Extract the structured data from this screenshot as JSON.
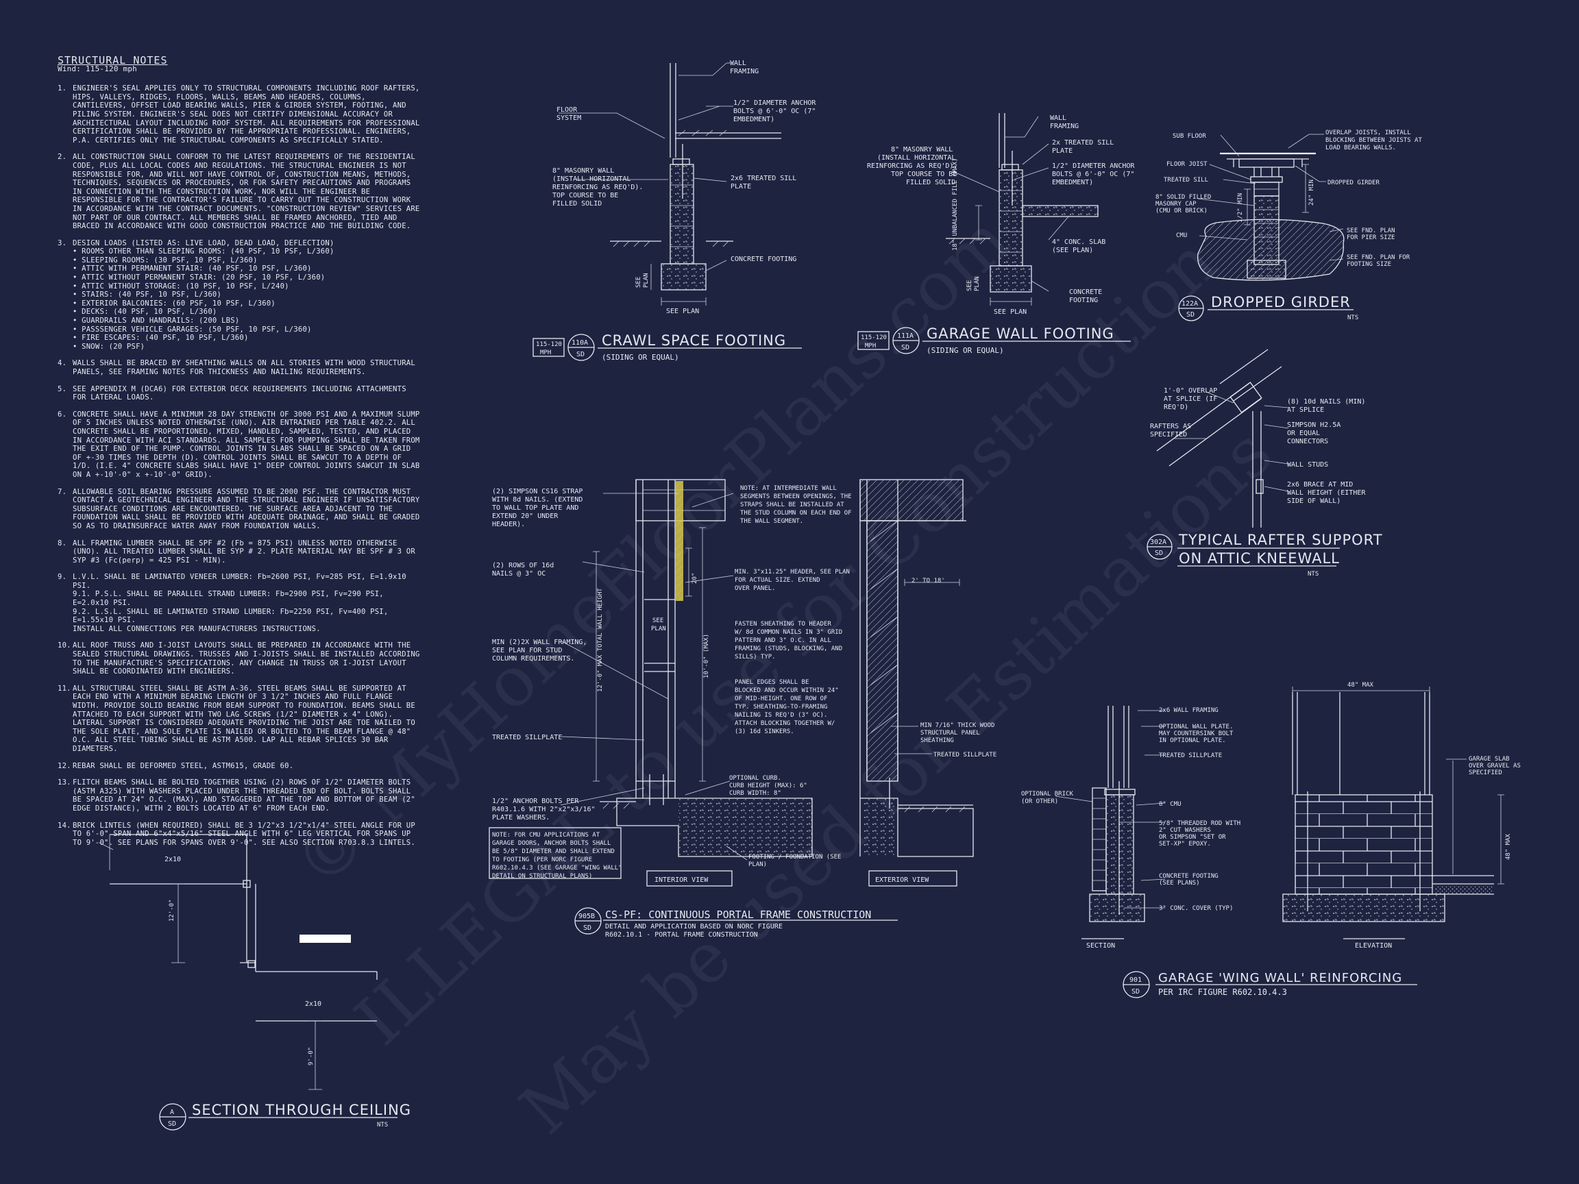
{
  "watermark": {
    "line1": "© MyHomeFloorPlans.com",
    "line2": "ILLEGAL to use for Construction",
    "line3": "May be used for Estimations"
  },
  "notes": {
    "title": "STRUCTURAL NOTES",
    "wind": "Wind: 115-120 mph",
    "items": [
      {
        "n": "1.",
        "t": "ENGINEER'S SEAL APPLIES ONLY TO STRUCTURAL COMPONENTS INCLUDING ROOF RAFTERS, HIPS, VALLEYS, RIDGES, FLOORS, WALLS, BEAMS AND HEADERS, COLUMNS, CANTILEVERS, OFFSET LOAD BEARING WALLS, PIER & GIRDER SYSTEM, FOOTING, AND PILING SYSTEM.  ENGINEER'S SEAL DOES NOT CERTIFY DIMENSIONAL ACCURACY OR ARCHITECTURAL LAYOUT INCLUDING ROOF SYSTEM. ALL REQUIREMENTS FOR PROFESSIONAL CERTIFICATION SHALL BE PROVIDED BY THE APPROPRIATE PROFESSIONAL.  ENGINEERS, P.A. CERTIFIES ONLY THE STRUCTURAL COMPONENTS AS SPECIFICALLY STATED."
      },
      {
        "n": "2.",
        "t": "ALL CONSTRUCTION SHALL CONFORM TO THE LATEST REQUIREMENTS OF THE  RESIDENTIAL CODE, PLUS ALL LOCAL CODES AND REGULATIONS. THE STRUCTURAL ENGINEER IS NOT RESPONSIBLE FOR, AND WILL NOT HAVE CONTROL OF, CONSTRUCTION MEANS, METHODS, TECHNIQUES, SEQUENCES OR PROCEDURES, OR FOR SAFETY PRECAUTIONS AND PROGRAMS IN CONNECTION WITH THE CONSTRUCTION WORK, NOR WILL THE ENGINEER BE RESPONSIBLE FOR THE CONTRACTOR'S FAILURE TO CARRY OUT THE CONSTRUCTION WORK IN ACCORDANCE WITH THE CONTRACT DOCUMENTS. \"CONSTRUCTION REVIEW\" SERVICES ARE NOT PART OF OUR CONTRACT. ALL MEMBERS SHALL BE FRAMED ANCHORED, TIED AND BRACED IN ACCORDANCE WITH GOOD CONSTRUCTION PRACTICE AND THE BUILDING CODE."
      },
      {
        "n": "3.",
        "t": "DESIGN LOADS (LISTED AS: LIVE LOAD, DEAD LOAD, DEFLECTION)",
        "bullets": [
          "ROOMS OTHER THAN SLEEPING ROOMS: (40 PSF, 10 PSF, L/360)",
          "SLEEPING ROOMS: (30 PSF, 10 PSF, L/360)",
          "ATTIC WITH PERMANENT STAIR: (40 PSF, 10 PSF, L/360)",
          "ATTIC WITHOUT PERMANENT STAIR: (20 PSF, 10 PSF, L/360)",
          "ATTIC WITHOUT STORAGE: (10 PSF, 10 PSF, L/240)",
          "STAIRS: (40 PSF, 10 PSF, L/360)",
          "EXTERIOR BALCONIES: (60 PSF, 10 PSF, L/360)",
          "DECKS: (40 PSF, 10 PSF, L/360)",
          "GUARDRAILS AND HANDRAILS: (200 LBS)",
          "PASSSENGER VEHICLE GARAGES: (50 PSF, 10 PSF, L/360)",
          "FIRE ESCAPES: (40 PSF, 10 PSF, L/360)",
          "SNOW: (20 PSF)"
        ]
      },
      {
        "n": "4.",
        "t": "WALLS SHALL BE BRACED BY SHEATHING WALLS ON ALL STORIES WITH WOOD STRUCTURAL PANELS, SEE FRAMING NOTES FOR THICKNESS AND NAILING REQUIREMENTS."
      },
      {
        "n": "5.",
        "t": "SEE APPENDIX M (DCA6) FOR EXTERIOR DECK REQUIREMENTS INCLUDING ATTACHMENTS FOR LATERAL LOADS."
      },
      {
        "n": "6.",
        "t": "CONCRETE SHALL HAVE A MINIMUM 28 DAY STRENGTH OF 3000 PSI AND A MAXIMUM SLUMP OF 5 INCHES UNLESS NOTED OTHERWISE (UNO). AIR ENTRAINED PER TABLE 402.2. ALL CONCRETE SHALL BE PROPORTIONED, MIXED, HANDLED, SAMPLED, TESTED, AND PLACED IN ACCORDANCE WITH ACI STANDARDS. ALL SAMPLES FOR PUMPING SHALL BE TAKEN FROM THE EXIT END OF THE PUMP. CONTROL JOINTS IN SLABS SHALL BE SPACED ON A GRID OF +-30 TIMES THE DEPTH (D). CONTROL  JOINTS SHALL BE SAWCUT TO A DEPTH OF 1/D. (I.E. 4\" CONCRETE SLABS SHALL HAVE 1\" DEEP CONTROL JOINTS SAWCUT IN SLAB ON A +-10'-0\" x +-10'-0\" GRID)."
      },
      {
        "n": "7.",
        "t": "ALLOWABLE SOIL BEARING PRESSURE ASSUMED TO BE 2000 PSF. THE CONTRACTOR MUST CONTACT A GEOTECHNICAL ENGINEER AND THE STRUCTURAL ENGINEER IF UNSATISFACTORY SUBSURFACE CONDITIONS ARE ENCOUNTERED. THE SURFACE AREA ADJACENT TO THE FOUNDATION WALL SHALL BE PROVIDED WITH ADEQUATE DRAINAGE, AND SHALL BE GRADED SO AS TO DRAINSURFACE WATER AWAY FROM FOUNDATION WALLS."
      },
      {
        "n": "8.",
        "t": "ALL FRAMING LUMBER SHALL BE SPF #2 (Fb = 875 PSI) UNLESS NOTED OTHERWISE (UNO). ALL TREATED LUMBER SHALL BE SYP # 2. PLATE MATERIAL MAY BE SPF # 3 OR SYP #3 (Fc(perp) = 425 PSI - MIN)."
      },
      {
        "n": "9.",
        "t": "L.V.L.  SHALL BE LAMINATED VENEER LUMBER: Fb=2600 PSI, Fv=285 PSI, E=1.9x10  PSI.\n9.1.    P.S.L.  SHALL BE PARALLEL STRAND LUMBER: Fb=2900 PSI, Fv=290 PSI, E=2.0x10  PSI.\n9.2.    L.S.L.  SHALL BE LAMINATED STRAND LUMBER: Fb=2250 PSI, Fv=400 PSI, E=1.55x10  PSI.\n        INSTALL ALL CONNECTIONS PER MANUFACTURERS INSTRUCTIONS."
      },
      {
        "n": "10.",
        "t": "ALL ROOF TRUSS AND I-JOIST LAYOUTS SHALL BE PREPARED IN ACCORDANCE WITH THE SEALED STRUCTURAL DRAWINGS. TRUSSES AND I-JOISTS SHALL BE INSTALLED ACCORDING TO THE MANUFACTURE'S SPECIFICATIONS. ANY CHANGE IN TRUSS OR I-JOIST LAYOUT SHALL BE COORDINATED WITH  ENGINEERS."
      },
      {
        "n": "11.",
        "t": "ALL STRUCTURAL STEEL SHALL BE ASTM A-36. STEEL BEAMS SHALL BE SUPPORTED AT EACH END WITH A MINIMUM BEARING LENGTH OF 3 1/2\" INCHES AND FULL FLANGE WIDTH. PROVIDE SOLID BEARING FROM BEAM SUPPORT TO FOUNDATION.  BEAMS SHALL BE ATTACHED TO EACH SUPPORT WITH TWO LAG SCREWS (1/2\" DIAMETER x 4\" LONG). LATERAL SUPPORT IS CONSIDERED ADEQUATE PROVIDING THE JOIST ARE TOE NAILED TO THE SOLE PLATE, AND SOLE PLATE IS NAILED OR BOLTED TO THE BEAM FLANGE @ 48\" O.C. ALL STEEL TUBING SHALL BE ASTM A500. LAP ALL REBAR SPLICES 30 BAR DIAMETERS."
      },
      {
        "n": "12.",
        "t": "REBAR SHALL BE DEFORMED STEEL, ASTM615, GRADE 60."
      },
      {
        "n": "13.",
        "t": "FLITCH BEAMS SHALL BE BOLTED TOGETHER USING (2) ROWS OF 1/2\" DIAMETER BOLTS (ASTM A325) WITH WASHERS PLACED UNDER THE THREADED END OF BOLT. BOLTS SHALL BE SPACED AT 24\" O.C. (MAX), AND STAGGERED AT THE TOP AND BOTTOM OF BEAM (2\" EDGE DISTANCE), WITH 2 BOLTS LOCATED AT 6\" FROM EACH END."
      },
      {
        "n": "14.",
        "t": "BRICK LINTELS (WHEN REQUIRED) SHALL BE 3 1/2\"x3 1/2\"x1/4\" STEEL ANGLE FOR UP TO 6'-0\" SPAN AND 6\"x4\"x5/16\" STEEL ANGLE WITH 6\" LEG VERTICAL FOR SPANS UP TO 9'-0\". SEE PLANS FOR SPANS OVER 9'-0\". SEE ALSO SECTION R703.8.3 LINTELS."
      }
    ]
  },
  "crawl": {
    "title": "CRAWL SPACE FOOTING",
    "subtitle": "(SIDING OR EQUAL)",
    "detail": "110A",
    "sheet": "SD",
    "mph1": "115-120",
    "mph2": "MPH",
    "labels": {
      "wall": "WALL",
      "framing": "FRAMING",
      "floor": "FLOOR",
      "system": "SYSTEM",
      "anchor1": "1/2\" DIAMETER ANCHOR",
      "anchor2": "BOLTS @ 6'-0\" OC (7\"",
      "anchor3": "EMBEDMENT)",
      "mas1": "8\" MASONRY WALL",
      "mas2": "(INSTALL HORIZONTAL",
      "mas3": "REINFORCING AS REQ'D).",
      "mas4": "TOP COURSE TO BE",
      "mas5": "FILLED SOLID",
      "sill1": "2x6 TREATED SILL",
      "sill2": "PLATE",
      "footing": "CONCRETE FOOTING",
      "seeplan": "SEE PLAN",
      "see": "SEE",
      "plan": "PLAN"
    }
  },
  "garage": {
    "title": "GARAGE WALL FOOTING",
    "subtitle": "(SIDING OR EQUAL)",
    "detail": "111A",
    "sheet": "SD",
    "mph1": "115-120",
    "mph2": "MPH",
    "labels": {
      "wall": "WALL",
      "framing": "FRAMING",
      "mas1": "8\" MASONRY WALL",
      "mas2": "(INSTALL HORIZONTAL",
      "mas3": "REINFORCING AS REQ'D).",
      "mas4": "TOP COURSE TO BE",
      "mas5": "FILLED SOLID",
      "sill1": "2x TREATED SILL",
      "sill2": "PLATE",
      "anchor1": "1/2\" DIAMETER ANCHOR",
      "anchor2": "BOLTS @ 6'-0\" OC (7\"",
      "anchor3": "EMBEDMENT)",
      "slab1": "4\" CONC. SLAB",
      "slab2": "(SEE PLAN)",
      "foot1": "CONCRETE",
      "foot2": "FOOTING",
      "fill": "18\" UNBALANCED FILL (MAX)",
      "seeplan": "SEE PLAN",
      "see": "SEE",
      "plan": "PLAN"
    }
  },
  "girder": {
    "title": "DROPPED GIRDER",
    "nts": "NTS",
    "detail": "122A",
    "sheet": "SD",
    "labels": {
      "subfloor": "SUB FLOOR",
      "joist": "FLOOR JOIST",
      "sill": "TREATED SILL",
      "cap1": "8\" SOLID FILLED",
      "cap2": "MASONRY CAP",
      "cap3": "(CMU OR BRICK)",
      "cmu": "CMU",
      "overlap1": "OVERLAP JOISTS, INSTALL",
      "overlap2": "BLOCKING BETWEEN JOISTS AT",
      "overlap3": "LOAD BEARING WALLS.",
      "dropped": "DROPPED GIRDER",
      "pier1": "SEE FND. PLAN",
      "pier2": "FOR PIER SIZE",
      "ftg1": "SEE FND. PLAN FOR",
      "ftg2": "FOOTING SIZE",
      "min": "24\" MIN",
      "half": "1/2\" MIN"
    }
  },
  "rafter": {
    "title1": "TYPICAL RAFTER SUPPORT",
    "title2": "ON ATTIC KNEEWALL",
    "nts": "NTS",
    "detail": "302A",
    "sheet": "SD",
    "labels": {
      "ov1": "1'-0\" OVERLAP",
      "ov2": "AT SPLICE (IF",
      "ov3": "REQ'D)",
      "raf1": "RAFTERS AS",
      "raf2": "SPECIFIED",
      "nail1": "(8) 10d NAILS (MIN)",
      "nail2": "AT SPLICE",
      "simp1": "SIMPSON H2.5A",
      "simp2": "OR EQUAL",
      "simp3": "CONNECTORS",
      "studs": "WALL STUDS",
      "brace1": "2x6 BRACE AT MID",
      "brace2": "WALL HEIGHT (EITHER",
      "brace3": "SIDE OF WALL)"
    }
  },
  "portal": {
    "title": "CS-PF: CONTINUOUS PORTAL FRAME CONSTRUCTION",
    "sub1": "DETAIL AND APPLICATION BASED ON NORC FIGURE",
    "sub2": "R602.10.1 - PORTAL FRAME CONSTRUCTION",
    "detail": "905B",
    "sheet": "SD",
    "interior": "INTERIOR VIEW",
    "exterior": "EXTERIOR VIEW",
    "labels": {
      "strap1": "(2) SIMPSON CS16 STRAP",
      "strap2": "WITH 8d NAILS. (EXTEND",
      "strap3": "TO WALL TOP PLATE AND",
      "strap4": "EXTEND 20\" UNDER",
      "strap5": "HEADER).",
      "rows1": "(2) ROWS OF 16d",
      "rows2": "NAILS @ 3\" OC",
      "minw1": "MIN (2)2X WALL FRAMING,",
      "minw2": "SEE PLAN FOR STUD",
      "minw3": "COLUMN REQUIREMENTS.",
      "sill": "TREATED SILLPLATE",
      "bolt1": "1/2\" ANCHOR BOLTS PER",
      "bolt2": "R403.1.6 WITH 2\"x2\"x3/16\"",
      "bolt3": "PLATE WASHERS.",
      "note1": "NOTE: FOR CMU APPLICATIONS AT",
      "note2": "GARAGE DOORS, ANCHOR BOLTS SHALL",
      "note3": "BE 5/8\" DIAMETER AND SHALL EXTEND",
      "note4": "TO FOOTING (PER NORC FIGURE",
      "note5": "R602.10.4.3 (SEE GARAGE \"WING WALL\"",
      "note6": "DETAIL ON STRUCTURAL PLANS)",
      "seg1": "NOTE: AT INTERMEDIATE WALL",
      "seg2": "SEGMENTS BETWEEN OPENINGS, THE",
      "seg3": "STRAPS SHALL BE INSTALLED AT",
      "seg4": "THE STUD COLUMN ON EACH END OF",
      "seg5": "THE WALL SEGMENT.",
      "hdr1": "MIN. 3\"x11.25\" HEADER, SEE PLAN",
      "hdr2": "FOR ACTUAL SIZE. EXTEND",
      "hdr3": "OVER PANEL.",
      "fast1": "FASTEN SHEATHING TO HEADER",
      "fast2": "W/ 8d COMMON NAILS IN 3\" GRID",
      "fast3": "PATTERN AND 3\" O.C. IN ALL",
      "fast4": "FRAMING (STUDS, BLOCKING, AND",
      "fast5": "SILLS) TYP.",
      "pan1": "PANEL EDGES SHALL BE",
      "pan2": "BLOCKED AND OCCUR WITHIN 24\"",
      "pan3": "OF MID-HEIGHT.  ONE ROW OF",
      "pan4": "TYP. SHEATHING-TO-FRAMING",
      "pan5": "NAILING IS REQ'D (3\" OC).",
      "pan6": "ATTACH BLOCKING TOGETHER W/",
      "pan7": "(3) 16d SINKERS.",
      "curb1": "OPTIONAL CURB.",
      "curb2": "CURB HEIGHT (MAX): 6\"",
      "curb3": "CURB WIDTH: 8\"",
      "fnd1": "FOOTING / FOUNDATION (SEE",
      "fnd2": "PLAN)",
      "sheath1": "MIN 7/16\" THICK WOOD",
      "sheath2": "STRUCTURAL PANEL",
      "sheath3": "SHEATHING",
      "sill2": "TREATED SILLPLATE",
      "dim20": "20\"",
      "dim12": "12'-0\" MAX TOTAL WALL HEIGHT",
      "dim10": "10'-0\" (MAX)",
      "dim2to18": "2' TO 18'",
      "see": "SEE",
      "plan": "PLAN"
    }
  },
  "wing": {
    "title": "GARAGE 'WING WALL' REINFORCING",
    "subtitle": "PER IRC FIGURE R602.10.4.3",
    "detail": "901",
    "sheet": "SD",
    "section": "SECTION",
    "elevation": "ELEVATION",
    "labels": {
      "framing": "2x6 WALL FRAMING",
      "opt1": "OPTIONAL WALL PLATE.",
      "opt2": "MAY COUNTERSINK BOLT",
      "opt3": "IN OPTIONAL PLATE.",
      "sill": "TREATED SILLPLATE",
      "brick1": "OPTIONAL BRICK",
      "brick2": "(OR OTHER)",
      "cmu": "8\" CMU",
      "rod1": "5/8\" THREADED ROD WITH",
      "rod2": "2\" CUT WASHERS",
      "rod3": "OR SIMPSON \"SET OR",
      "rod4": "SET-XP\" EPOXY.",
      "ftg1": "CONCRETE FOOTING",
      "ftg2": "(SEE PLANS)",
      "cover": "3\" CONC. COVER (TYP)",
      "slab1": "GARAGE SLAB",
      "slab2": "OVER GRAVEL AS",
      "slab3": "SPECIFIED",
      "max48": "48\" MAX",
      "max48v": "48\" MAX"
    }
  },
  "ceiling": {
    "title": "SECTION THROUGH CEILING",
    "nts": "NTS",
    "detail": "A",
    "sheet": "SD",
    "labels": {
      "top": "2x10",
      "bot": "2x10",
      "dim1": "12'-0\"",
      "dim2": "9'-0\""
    }
  }
}
